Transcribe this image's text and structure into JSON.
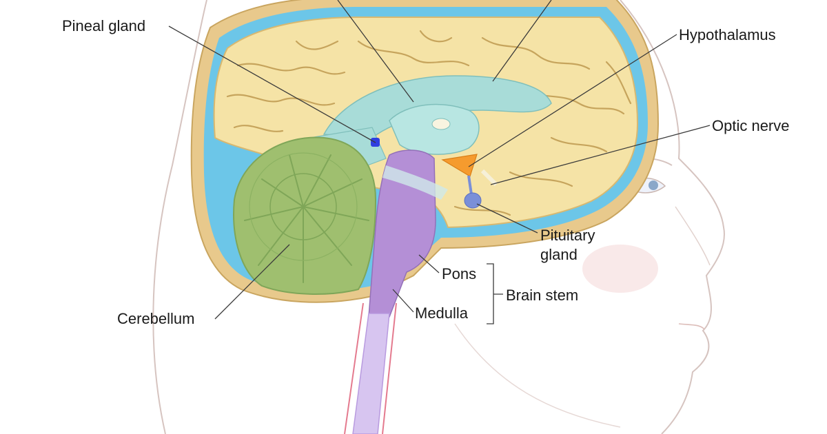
{
  "labels": {
    "pineal_gland": "Pineal gland",
    "hypothalamus": "Hypothalamus",
    "optic_nerve": "Optic nerve",
    "pituitary_line1": "Pituitary",
    "pituitary_line2": "gland",
    "pons": "Pons",
    "medulla": "Medulla",
    "brain_stem": "Brain stem",
    "cerebellum": "Cerebellum"
  },
  "colors": {
    "skin_outline": "#d6c4c0",
    "skull": "#e8c98c",
    "csf": "#6cc6e8",
    "cerebrum": "#f5e3a6",
    "ventricle": "#a8dcd8",
    "cerebellum": "#9fbf6f",
    "brainstem": "#b48fd6",
    "spinal_cord": "#d7c5f0",
    "hypothalamus": "#f59b2e",
    "pituitary": "#7a8fd8",
    "pineal": "#2f3fe0"
  }
}
